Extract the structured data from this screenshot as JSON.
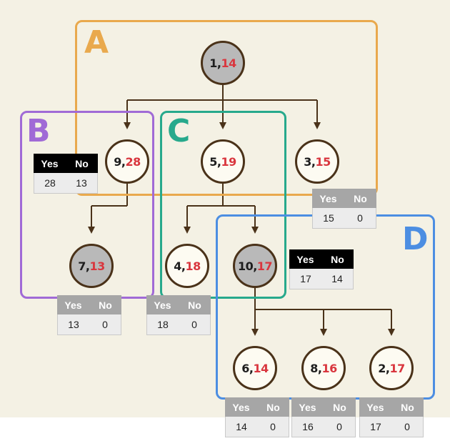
{
  "regions": [
    {
      "id": "a",
      "label": "A",
      "color": "#e9a94d"
    },
    {
      "id": "b",
      "label": "B",
      "color": "#a06ad6"
    },
    {
      "id": "c",
      "label": "C",
      "color": "#27a98c"
    },
    {
      "id": "d",
      "label": "D",
      "color": "#4c8ee2"
    }
  ],
  "table_header": {
    "yes": "Yes",
    "no": "No"
  },
  "nodes": [
    {
      "id": "n1",
      "first": "1,",
      "second": "14",
      "shaded": true
    },
    {
      "id": "n9",
      "first": "9,",
      "second": "28",
      "shaded": false
    },
    {
      "id": "n5",
      "first": "5,",
      "second": "19",
      "shaded": false
    },
    {
      "id": "n3",
      "first": "3,",
      "second": "15",
      "shaded": false
    },
    {
      "id": "n7",
      "first": "7,",
      "second": "13",
      "shaded": true
    },
    {
      "id": "n4",
      "first": "4,",
      "second": "18",
      "shaded": false
    },
    {
      "id": "n10",
      "first": "10,",
      "second": "17",
      "shaded": true
    },
    {
      "id": "n6",
      "first": "6,",
      "second": "14",
      "shaded": false
    },
    {
      "id": "n8",
      "first": "8,",
      "second": "16",
      "shaded": false
    },
    {
      "id": "n2",
      "first": "2,",
      "second": "17",
      "shaded": false
    }
  ],
  "tables": [
    {
      "id": "t9",
      "yes": "28",
      "no": "13",
      "style": "dark"
    },
    {
      "id": "t3",
      "yes": "15",
      "no": "0",
      "style": "light"
    },
    {
      "id": "t10",
      "yes": "17",
      "no": "14",
      "style": "dark"
    },
    {
      "id": "t7",
      "yes": "13",
      "no": "0",
      "style": "light"
    },
    {
      "id": "t4",
      "yes": "18",
      "no": "0",
      "style": "light"
    },
    {
      "id": "t6",
      "yes": "14",
      "no": "0",
      "style": "light"
    },
    {
      "id": "t8",
      "yes": "16",
      "no": "0",
      "style": "light"
    },
    {
      "id": "t2",
      "yes": "17",
      "no": "0",
      "style": "light"
    }
  ],
  "colors": {
    "red_text": "#d9363e",
    "edge": "#4a3219",
    "background": "#f4f1e4",
    "shaded_node": "#b9b9b9"
  }
}
